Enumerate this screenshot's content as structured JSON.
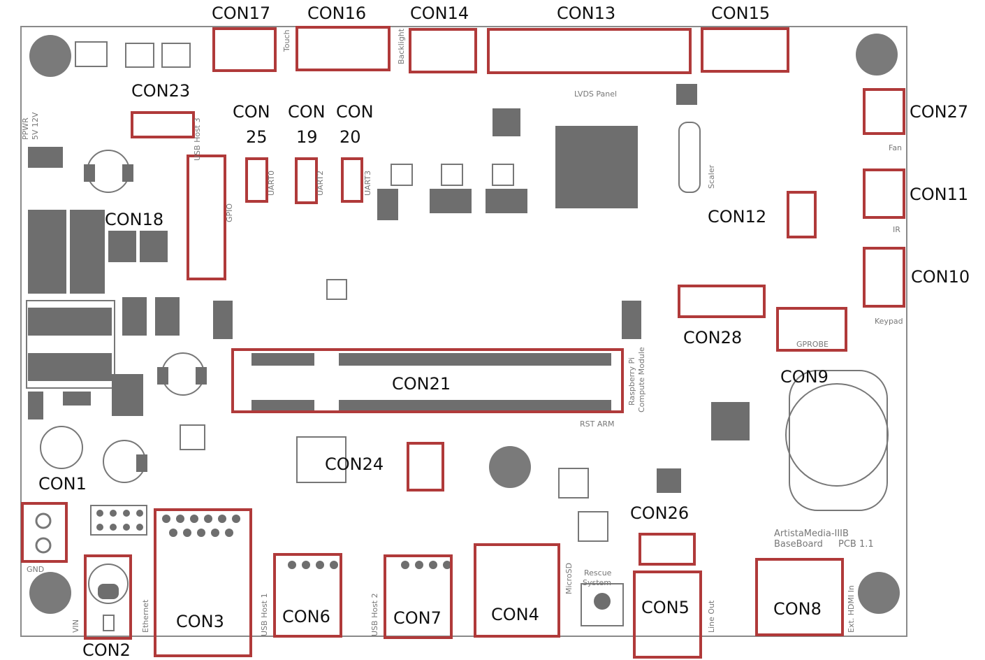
{
  "colors": {
    "highlight": "#b03a3a",
    "board_outline": "#8a8a8a",
    "component": "#6e6e6e",
    "hole": "#7a7a7a",
    "silkscreen": "#777777"
  },
  "connectors": {
    "con1": "CON1",
    "con2": "CON2",
    "con3": "CON3",
    "con4": "CON4",
    "con5": "CON5",
    "con6": "CON6",
    "con7": "CON7",
    "con8": "CON8",
    "con9": "CON9",
    "con10": "CON10",
    "con11": "CON11",
    "con12": "CON12",
    "con13": "CON13",
    "con14": "CON14",
    "con15": "CON15",
    "con16": "CON16",
    "con17": "CON17",
    "con18": "CON18",
    "con19_a": "CON",
    "con19_b": "19",
    "con20_a": "CON",
    "con20_b": "20",
    "con21": "CON21",
    "con23": "CON23",
    "con24": "CON24",
    "con25_a": "CON",
    "con25_b": "25",
    "con26": "CON26",
    "con27": "CON27",
    "con28": "CON28"
  },
  "silkscreen": {
    "touch": "Touch",
    "backlight": "Backlight",
    "lvds_panel": "LVDS Panel",
    "ppwr": "PPWR",
    "ppwr_volt": "5V 12V",
    "usb_host3": "USB Host 3",
    "gpio": "GPIO",
    "uart0": "UART0",
    "uart2": "UART2",
    "uart3": "UART3",
    "fan": "Fan",
    "ir": "IR",
    "keypad": "Keypad",
    "gprobe": "GPROBE",
    "scaler": "Scaler",
    "rpi": "Raspberry Pi",
    "compute_module": "Compute Module",
    "rst_arm": "RST ARM",
    "rescue": "Rescue",
    "system": "System",
    "microsd": "MicroSD",
    "usb_host1": "USB Host 1",
    "usb_host2": "USB Host 2",
    "ethernet": "Ethernet",
    "vin": "VIN",
    "gnd": "GND",
    "line_out": "Line Out",
    "ext_hdmi_in": "Ext. HDMI In",
    "board_name": "ArtistaMedia-IIIB",
    "baseboard": "BaseBoard",
    "pcb_rev": "PCB 1.1"
  }
}
